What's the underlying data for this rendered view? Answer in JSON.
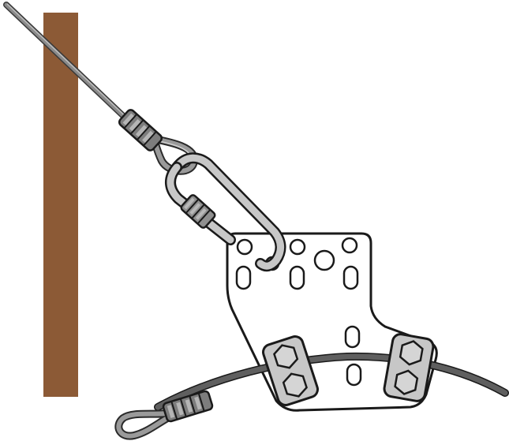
{
  "diagram": {
    "components": [
      "wooden-pole",
      "guy-wire",
      "wire-splice-sleeve",
      "wire-eye-loop",
      "quick-link-carabiner",
      "threaded-lock-sleeve",
      "mounting-bracket-plate",
      "cable-clamp",
      "hex-bolt",
      "cable",
      "cable-end-thimble"
    ],
    "colors": {
      "pole": "#8c5a36",
      "wire": "#6e6e6e",
      "wire_highlight": "#a8a8a8",
      "metal_fill": "#c7c7c7",
      "metal_dark": "#8f8f8f",
      "outline": "#1a1a1a",
      "plate_fill": "#ffffff",
      "cable": "#5f5f5f"
    }
  }
}
